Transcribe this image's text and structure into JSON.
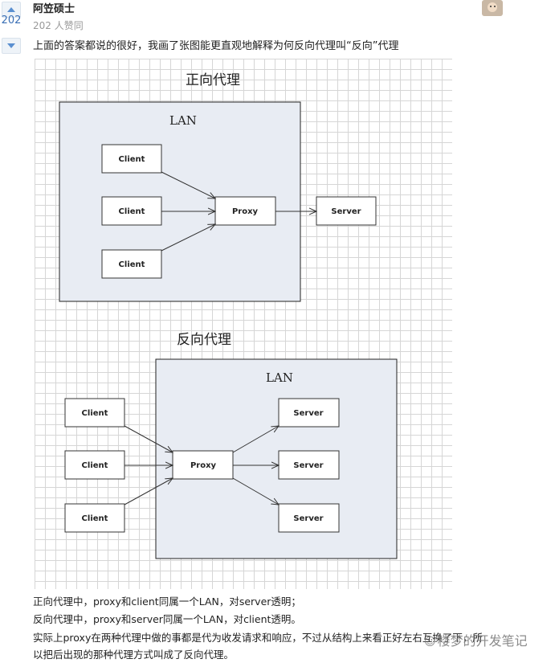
{
  "answer": {
    "vote_count": "202",
    "author_name": "阿笠硕士",
    "votes_text": "202 人赞同",
    "intro_text": "上面的答案都说的很好，我画了张图能更直观地解释为何反向代理叫“反向”代理"
  },
  "diagram": {
    "forward": {
      "title": "正向代理",
      "lan_label": "LAN",
      "clients": [
        "Client",
        "Client",
        "Client"
      ],
      "proxy": "Proxy",
      "server": "Server"
    },
    "reverse": {
      "title": "反向代理",
      "lan_label": "LAN",
      "clients": [
        "Client",
        "Client",
        "Client"
      ],
      "proxy": "Proxy",
      "servers": [
        "Server",
        "Server",
        "Server"
      ]
    },
    "colors": {
      "lan_fill": "#e8ecf3",
      "box_border": "#222222",
      "node_fill": "#ffffff"
    }
  },
  "explanation": {
    "line1": "正向代理中，proxy和client同属一个LAN，对server透明；",
    "line2": "反向代理中，proxy和server同属一个LAN，对client透明。",
    "line3": "实际上proxy在两种代理中做的事都是代为收发请求和响应，不过从结构上来看正好左右互换了下，所",
    "line4": "以把后出现的那种代理方式叫成了反向代理。"
  },
  "watermark": {
    "icon": "wechat-icon",
    "text": "楼梦的开发笔记"
  }
}
